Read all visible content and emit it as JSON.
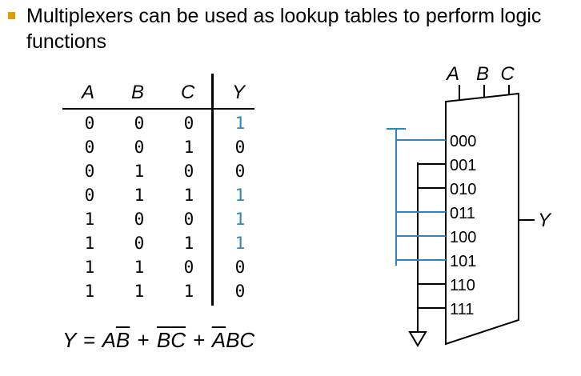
{
  "heading": {
    "text": "Multiplexers can be used as lookup tables to perform logic functions",
    "bullet_color": "#d9a100"
  },
  "truth_table": {
    "headers": [
      "A",
      "B",
      "C",
      "Y"
    ],
    "rows": [
      [
        "0",
        "0",
        "0",
        "1"
      ],
      [
        "0",
        "0",
        "1",
        "0"
      ],
      [
        "0",
        "1",
        "0",
        "0"
      ],
      [
        "0",
        "1",
        "1",
        "1"
      ],
      [
        "1",
        "0",
        "0",
        "1"
      ],
      [
        "1",
        "0",
        "1",
        "1"
      ],
      [
        "1",
        "1",
        "0",
        "0"
      ],
      [
        "1",
        "1",
        "1",
        "0"
      ]
    ],
    "highlight_color": "#2e86c1"
  },
  "equation": {
    "y": "Y",
    "eq": "=",
    "t1a": "A",
    "t1b": "B",
    "plus1": "+",
    "t2a": "B",
    "t2b": "C",
    "plus2": "+",
    "t3a": "A",
    "t3b": "B",
    "t3c": "C"
  },
  "mux": {
    "select_labels": [
      "A",
      "B",
      "C"
    ],
    "inputs": [
      "000",
      "001",
      "010",
      "011",
      "100",
      "101",
      "110",
      "111"
    ],
    "output_label": "Y",
    "one_input_color": "#2e86c1"
  }
}
